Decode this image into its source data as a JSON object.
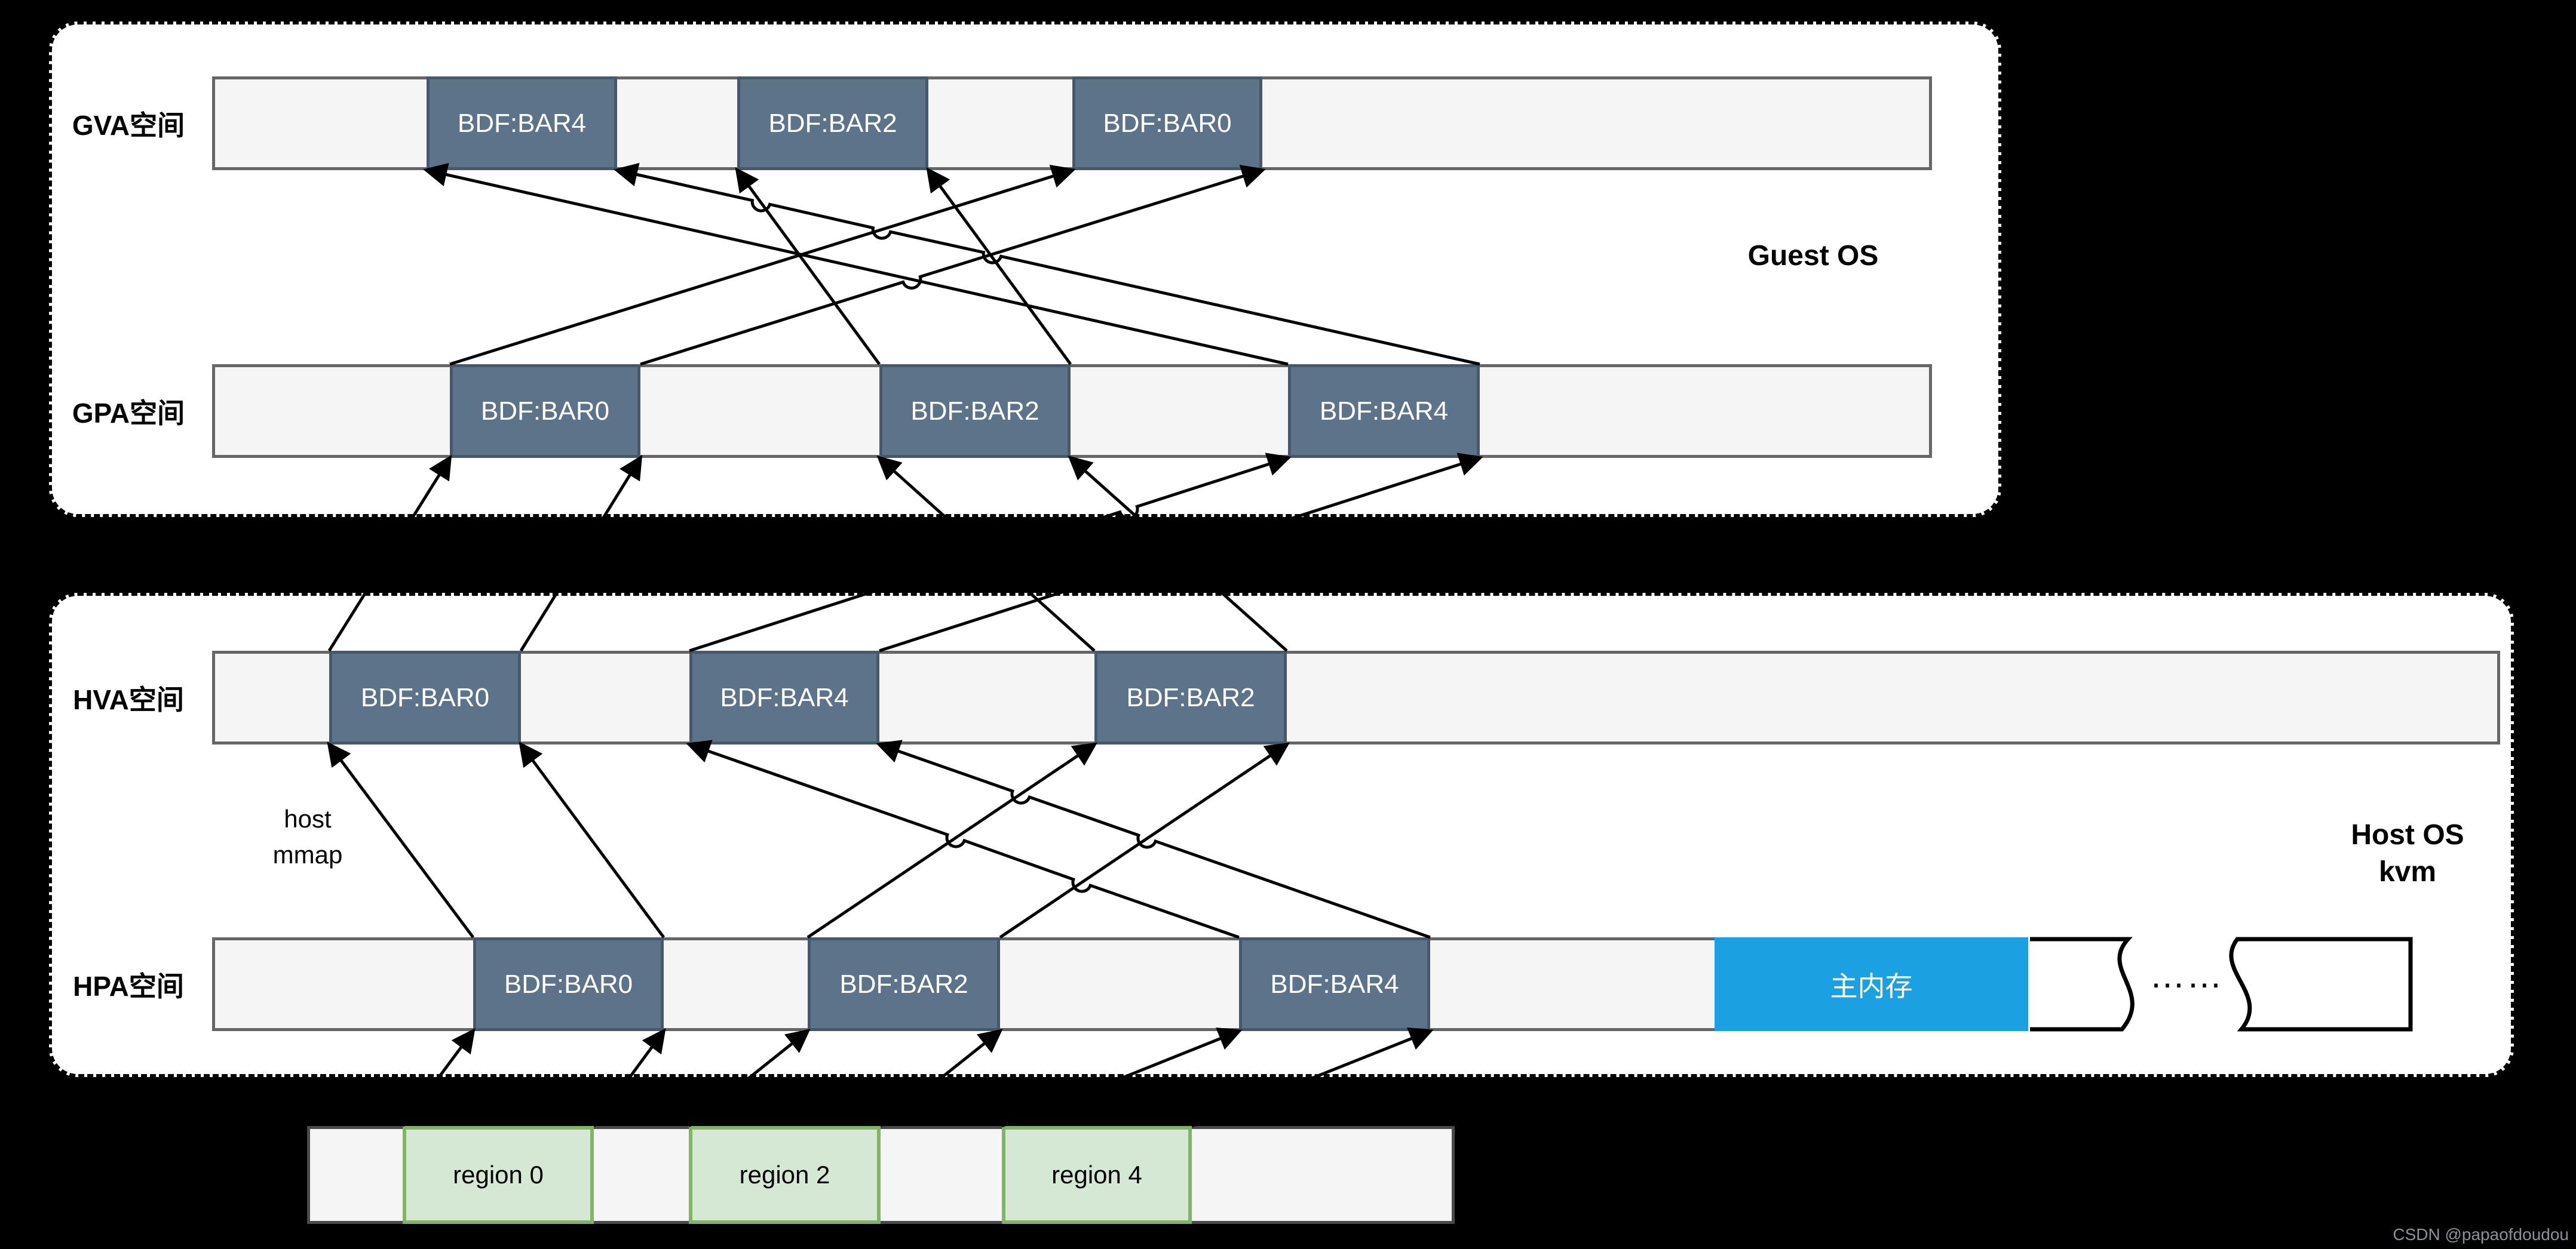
{
  "canvas": {
    "background": "#000000"
  },
  "guest_section": {
    "os_label": "Guest OS",
    "rows": [
      {
        "label": "GVA空间",
        "blocks": [
          "BDF:BAR4",
          "BDF:BAR2",
          "BDF:BAR0"
        ]
      },
      {
        "label": "GPA空间",
        "blocks": [
          "BDF:BAR0",
          "BDF:BAR2",
          "BDF:BAR4"
        ]
      }
    ]
  },
  "host_section": {
    "os_label_line1": "Host OS",
    "os_label_line2": "kvm",
    "mmap_label_line1": "host",
    "mmap_label_line2": "mmap",
    "rows": [
      {
        "label": "HVA空间",
        "blocks": [
          "BDF:BAR0",
          "BDF:BAR4",
          "BDF:BAR2"
        ]
      },
      {
        "label": "HPA空间",
        "blocks": [
          "BDF:BAR0",
          "BDF:BAR2",
          "BDF:BAR4"
        ],
        "memory_label": "主内存",
        "continuation_dots": "……"
      }
    ]
  },
  "region_bar": {
    "regions": [
      "region 0",
      "region 2",
      "region 4"
    ]
  },
  "watermark": "CSDN @papaofdoudou",
  "colors": {
    "bar_block_fill": "#5d7389",
    "bar_block_border": "#46586a",
    "row_fill": "#f5f5f5",
    "row_border": "#666666",
    "memory_fill": "#1ba1e2",
    "region_fill": "#d5e8d4",
    "region_border": "#82b366",
    "container_border": "#000000",
    "arrow": "#000000",
    "watermark_color": "#8d9199"
  }
}
